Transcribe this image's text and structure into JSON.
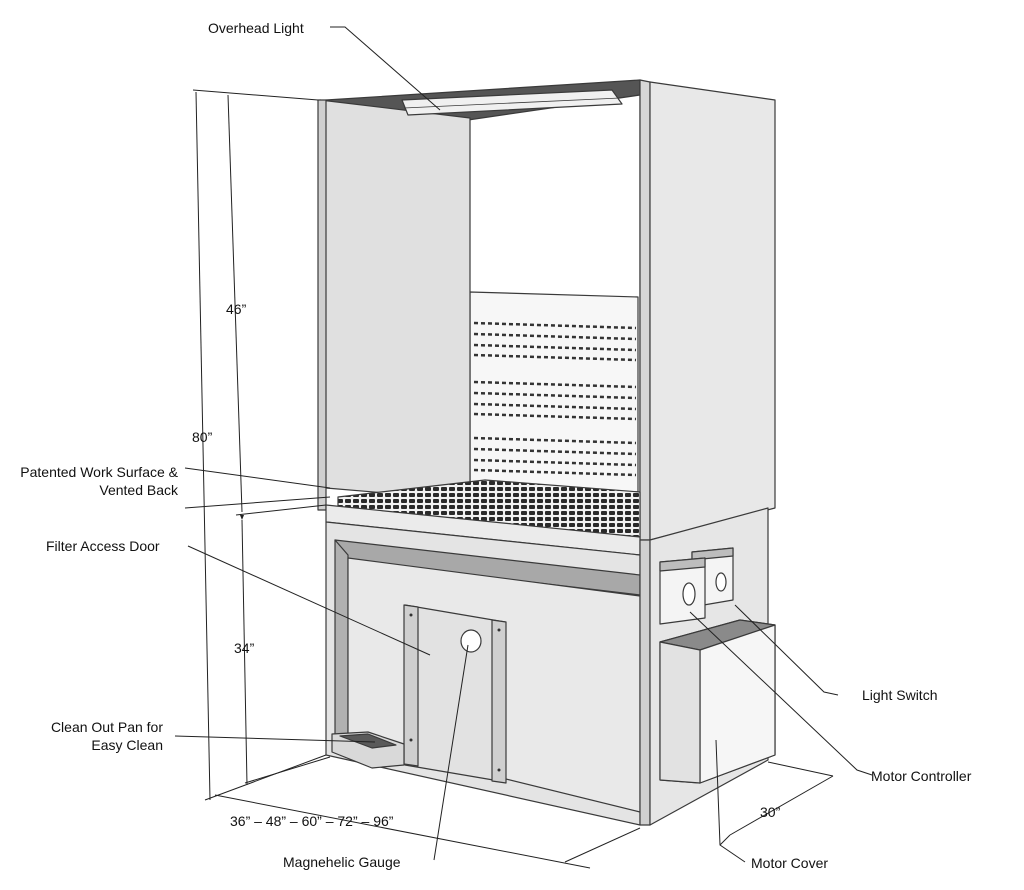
{
  "labels": {
    "overhead_light": "Overhead Light",
    "work_surface_line1": "Patented Work Surface &",
    "work_surface_line2": "Vented Back",
    "filter_access_door": "Filter Access Door",
    "clean_out_pan_line1": "Clean Out Pan for",
    "clean_out_pan_line2": "Easy Clean",
    "light_switch": "Light Switch",
    "motor_controller": "Motor Controller",
    "magnehelic_gauge": "Magnehelic Gauge",
    "motor_cover": "Motor Cover"
  },
  "dimensions": {
    "upper_height": "46”",
    "total_height": "80”",
    "lower_height": "34”",
    "width": "36” – 48” – 60” – 72” – 96”",
    "depth": "30”"
  },
  "colors": {
    "panel_light": "#e6e6e6",
    "panel_mid": "#d4d4d4",
    "panel_dark": "#b8b8b8",
    "grate": "#2a2a2a",
    "interior": "#ffffff"
  }
}
